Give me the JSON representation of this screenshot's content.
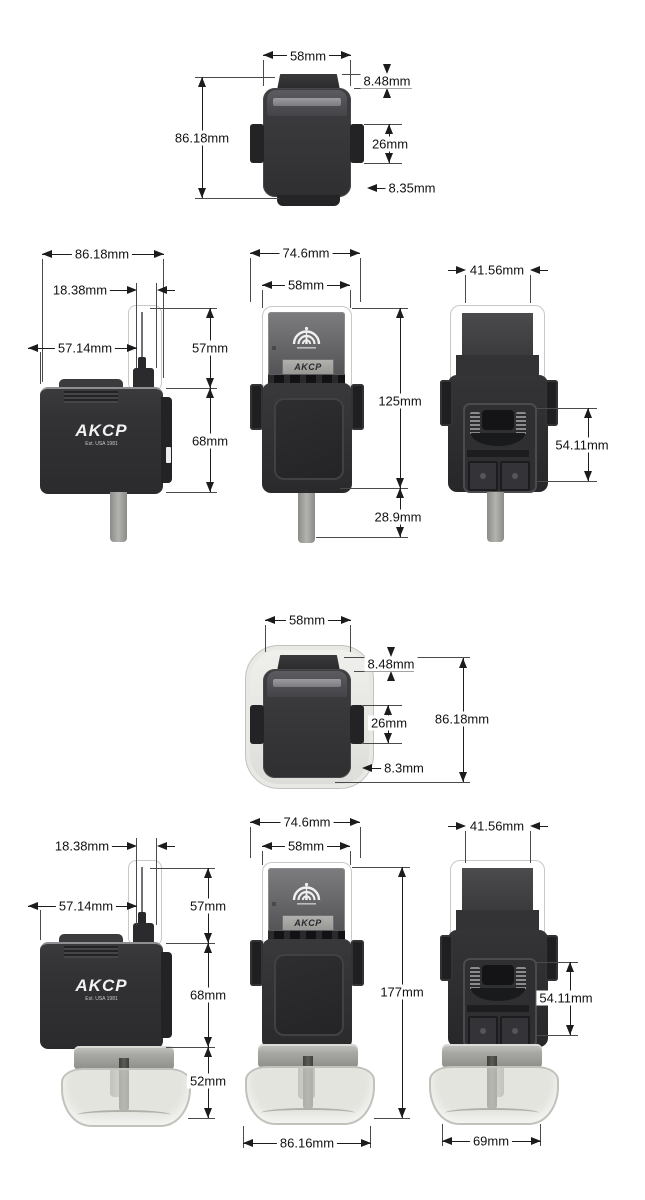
{
  "drawing": {
    "brand_logo": "AKCP",
    "brand_est": "Est. USA 1981",
    "plate_logo": "AKCP",
    "dims": {
      "s1": {
        "width": "58mm",
        "cap": "8.48mm",
        "height": "86.18mm",
        "ear": "26mm",
        "corner": "8.35mm"
      },
      "s2side": {
        "overall": "86.18mm",
        "offset": "18.38mm",
        "body_w": "57.14mm",
        "ant_h": "57mm",
        "body_h": "68mm"
      },
      "s2front": {
        "overall": "74.6mm",
        "width": "58mm",
        "height": "125mm",
        "probe": "28.9mm"
      },
      "s2rear": {
        "width": "41.56mm",
        "batt": "54.11mm"
      },
      "s3": {
        "width": "58mm",
        "cap": "8.48mm",
        "ear": "26mm",
        "height": "86.18mm",
        "corner": "8.3mm"
      },
      "s4side": {
        "offset": "18.38mm",
        "body_w": "57.14mm",
        "ant_h": "57mm",
        "body_h": "68mm",
        "jar": "52mm"
      },
      "s4front": {
        "overall": "74.6mm",
        "width": "58mm",
        "height": "177mm",
        "base": "86.16mm"
      },
      "s4rear": {
        "width": "41.56mm",
        "batt": "54.11mm",
        "base": "69mm"
      }
    }
  }
}
